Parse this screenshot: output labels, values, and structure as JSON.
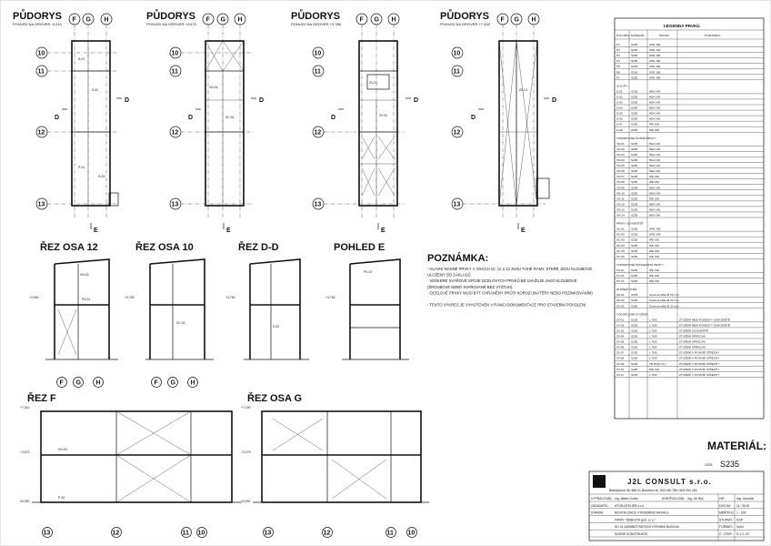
{
  "plans": [
    {
      "title": "PŮDORYS",
      "subtitle": "POHLED NA GROVER -0,210"
    },
    {
      "title": "PŮDORYS",
      "subtitle": "POHLED NA GROVER +3,670"
    },
    {
      "title": "PŮDORYS",
      "subtitle": "POHLED NA GROVER +3,786"
    },
    {
      "title": "PŮDORYS",
      "subtitle": "POHLED NA GROVER +7,332"
    }
  ],
  "axes": {
    "f": "F",
    "g": "G",
    "h": "H",
    "a10": "10",
    "a11": "11",
    "a12": "12",
    "a13": "13"
  },
  "section_marks": {
    "d": "D",
    "e": "E"
  },
  "sections": [
    "ŘEZ OSA 12",
    "ŘEZ OSA 10",
    "ŘEZ D-D",
    "POHLED E",
    "ŘEZ F",
    "ŘEZ OSA G"
  ],
  "member_labels": [
    "S-01",
    "S-02",
    "S-03",
    "P-01",
    "P-02",
    "VN-01",
    "VN-02",
    "VN-03",
    "SC-01",
    "SC-02",
    "ZV-01",
    "ZV-02",
    "PV-01",
    "PV-02",
    "ZS-01"
  ],
  "levels": [
    "+3,960",
    "+3,750",
    "±0,000",
    "+7,310",
    "+7,190",
    "+3,379",
    "+3,670"
  ],
  "notes": {
    "heading": "POZNÁMKA:",
    "lines": [
      "- HLAVNÍ NOSNÉ PRVKY V OSÁCH 10, 12 a 13 JSOU TUHÉ RÁMY, KTERÉ JSOU KLOUBOVĚ",
      "  ULOŽENY DO ZÁKLADŮ.",
      "- VEŠKERÉ SVÁŘOVÉ SPOJE OCELOVÝCH PRVKŮ BE UVAŽUJE JAKO KLOUBOVÉ",
      "  (ŠROUBOVÉ NEBO SVAŘOVANÉ BEZ VÝZTUH).",
      "- OCELOVÉ PRVKY MUSÍ BÝT CHRÁNĚNY PROTI KOROZI (NÁTĚRY NEBO POZINKOVÁNÍM)",
      "",
      "- TENTO VÝKRES JE VYHOTOVEN V RÁMCI DOKUMENTACE PRO STAVEBNÍ POVOLENÍ"
    ]
  },
  "legend": {
    "title": "LEGENDA PRVKŮ",
    "columns": [
      "POLOŽKA",
      "MATERIÁL",
      "PROFIL",
      "POZNÁMKA"
    ],
    "groups": [
      {
        "name": "",
        "rows": [
          [
            "P1",
            "S235",
            "UPE 180"
          ],
          [
            "P2",
            "S235",
            "UPE 160"
          ],
          [
            "P3",
            "S235",
            "UPE 180"
          ],
          [
            "P4",
            "S235",
            "UPE 180"
          ],
          [
            "P5",
            "S235",
            "UPE 180"
          ],
          [
            "P6",
            "S235",
            "UPE 180"
          ],
          [
            "P7",
            "S235",
            "UPE 180"
          ]
        ]
      },
      {
        "name": "SLOUPY:",
        "rows": [
          [
            "S-01",
            "S235",
            "HEA 140"
          ],
          [
            "S-02",
            "S235",
            "HEA 140"
          ],
          [
            "S-03",
            "S235",
            "HEA 140"
          ],
          [
            "S-04",
            "S235",
            "HEA 140"
          ],
          [
            "S-05",
            "S235",
            "HEA 140"
          ],
          [
            "S-06",
            "S235",
            "HEA 160"
          ],
          [
            "S-07",
            "S235",
            "IPE 200"
          ],
          [
            "S-08",
            "S235",
            "IPE 300"
          ]
        ]
      },
      {
        "name": "VODOROVNÉ NOSNÉ PRVKY:",
        "rows": [
          [
            "VN-01",
            "S235",
            "HEA 140"
          ],
          [
            "VN-02",
            "S235",
            "HEA 140"
          ],
          [
            "VN-03",
            "S235",
            "HEA 140"
          ],
          [
            "VN-04",
            "S235",
            "HEA 140"
          ],
          [
            "VN-05",
            "S235",
            "HEA 140"
          ],
          [
            "VN-06",
            "S235",
            "HEA 160"
          ],
          [
            "VN-07",
            "S235",
            "IPE 220"
          ],
          [
            "VN-08",
            "S235",
            "IPE 240"
          ],
          [
            "VN-09",
            "S235",
            "HEA 140"
          ],
          [
            "VN-10",
            "S235",
            "HEA 140"
          ],
          [
            "VN-11",
            "S235",
            "IPE 220"
          ],
          [
            "VN-12",
            "S235",
            "HEA 140"
          ],
          [
            "VN-13",
            "S235",
            "HEA 140"
          ],
          [
            "VN-14",
            "S235",
            "HEA 140"
          ]
        ]
      },
      {
        "name": "PRVKY SCHODIŠTĚ:",
        "rows": [
          [
            "SC-01",
            "S235",
            "UPE 240"
          ],
          [
            "SC-02",
            "S235",
            "UPE 240"
          ],
          [
            "SC-03",
            "S235",
            "IPE 160"
          ],
          [
            "SC-04",
            "S235",
            "IPE 160"
          ],
          [
            "SC-05",
            "S235",
            "IPE 160"
          ],
          [
            "SC-06",
            "S235",
            "IPE 160"
          ]
        ]
      },
      {
        "name": "VODOROVNÉ POHLEDOVÉ PRVKY:",
        "rows": [
          [
            "PV-01",
            "S235",
            "IPE 160"
          ],
          [
            "PV-02",
            "S235",
            "IPE 160"
          ],
          [
            "PV-03",
            "S235",
            "IPE 160"
          ]
        ]
      },
      {
        "name": "ZTUŽENÍ STĚN:",
        "rows": [
          [
            "ZS-01",
            "S235",
            "Ocelová táhla Ø 20 mm"
          ],
          [
            "ZS-02",
            "S235",
            "Ocelová táhla Ø 20 mm"
          ],
          [
            "ZS-03",
            "S235",
            "Ocelová táhla Ø 20 mm"
          ]
        ]
      },
      {
        "name": "VODOROVNÉ ZTUŽENÍ:",
        "rows": [
          [
            "ZV-01",
            "S235",
            "L 70/5",
            "ZTUŽENÍ MEZI PODESTY SCHODIŠTĚ"
          ],
          [
            "ZV-02",
            "S235",
            "L 70/5",
            "ZTUŽENÍ MEZI PODESTY SCHODIŠTĚ"
          ],
          [
            "ZV-03",
            "S235",
            "L 70/5",
            "ZTUŽENÍ SCHODIŠTĚ"
          ],
          [
            "ZV-04",
            "S235",
            "L 70/5",
            "ZTUŽENÍ SPRSCHU"
          ],
          [
            "ZV-05",
            "S235",
            "L 70/5",
            "ZTUŽENÍ SPRSCHU"
          ],
          [
            "ZV-06",
            "S235",
            "L 70/5",
            "ZTUŽENÍ SPRSCHU"
          ],
          [
            "ZV-07",
            "S235",
            "L 70/5",
            "ZTUŽENÍ V ROVINĚ STŘECHY"
          ],
          [
            "ZV-08",
            "S235",
            "L 70/5",
            "ZTUŽENÍ V ROVINĚ STŘECHY"
          ],
          [
            "ZV-09",
            "S235",
            "TR Ø 89 ×3,2",
            "ZTUŽENÍ V ROVINĚ STŘECHY"
          ],
          [
            "ZV-10",
            "S235",
            "IPE 120",
            "ZTUŽENÍ V ROVINĚ STŘECHY"
          ],
          [
            "ZV-11",
            "S235",
            "L 70/5",
            "ZTUŽENÍ V ROVINĚ STŘECHY"
          ]
        ]
      }
    ]
  },
  "material": {
    "heading": "MATERIÁL:",
    "label": "OCEL",
    "value": "S235"
  },
  "title_block": {
    "company": "J2L CONSULT s.r.o.",
    "address": "Brandýsová 36, 685 01 Bučovice tel. 603 240 785 / 603 294 494",
    "rows": [
      [
        "VYPRACOVAL:",
        "Ing. Martin Kolka",
        "KONTROLOVAL:",
        "Ing. Jiří Bílý",
        "HIP:",
        "Ing. Vondrák"
      ],
      [
        "ZADAVATEL:",
        "ATOM-ATELIER s.r.o.",
        "",
        "",
        "DATUM:",
        "11 / 2015"
      ],
      [
        "STAVBA:",
        "REVITALIZACE VÝROBNÍHO AREÁLU",
        "",
        "",
        "MĚŘÍTKO:",
        "1 : 100"
      ],
      [
        "",
        "FIRMY \"ŠEBESTA spol. s r.o.\"",
        "",
        "",
        "STUPEŇ:",
        "DSP"
      ],
      [
        "",
        "SO 01 ADMINISTRATIVNÍ VÝROBNÍ BUDOVA",
        "",
        "",
        "FORMÁT:",
        "3xA4"
      ],
      [
        "",
        "NOSNÉ KONSTRUKCE",
        "",
        "",
        "Č. VÝKR.:",
        "D.1.2.-03"
      ]
    ]
  }
}
